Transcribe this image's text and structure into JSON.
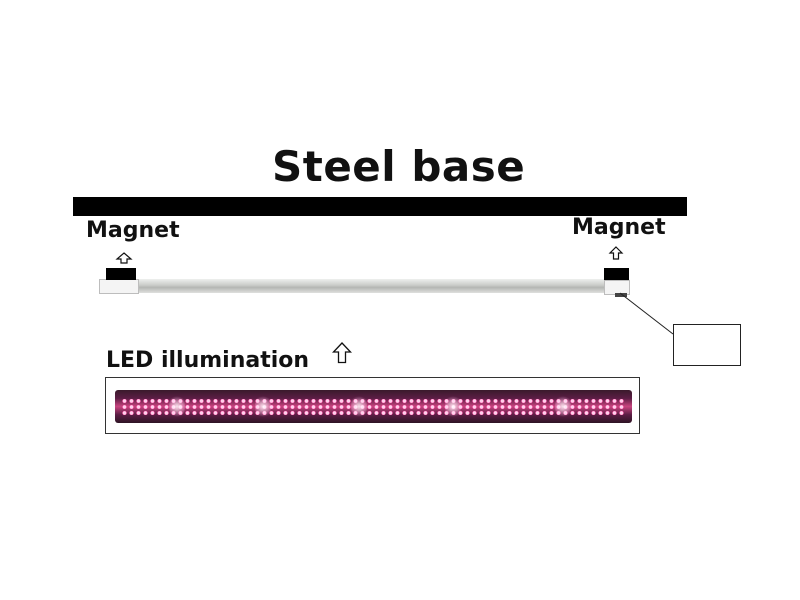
{
  "diagram": {
    "title": "Steel base",
    "magnet_left_label": "Magnet",
    "magnet_right_label": "Magnet",
    "led_label": "LED illumination",
    "icons": {
      "magnet_left_arrow": "up-arrow-icon",
      "magnet_right_arrow": "up-arrow-icon",
      "led_arrow": "up-arrow-icon"
    },
    "colors": {
      "steel_base": "#000000",
      "led_pink": "#ff3d9c",
      "tube": "#c9cbc8"
    }
  }
}
